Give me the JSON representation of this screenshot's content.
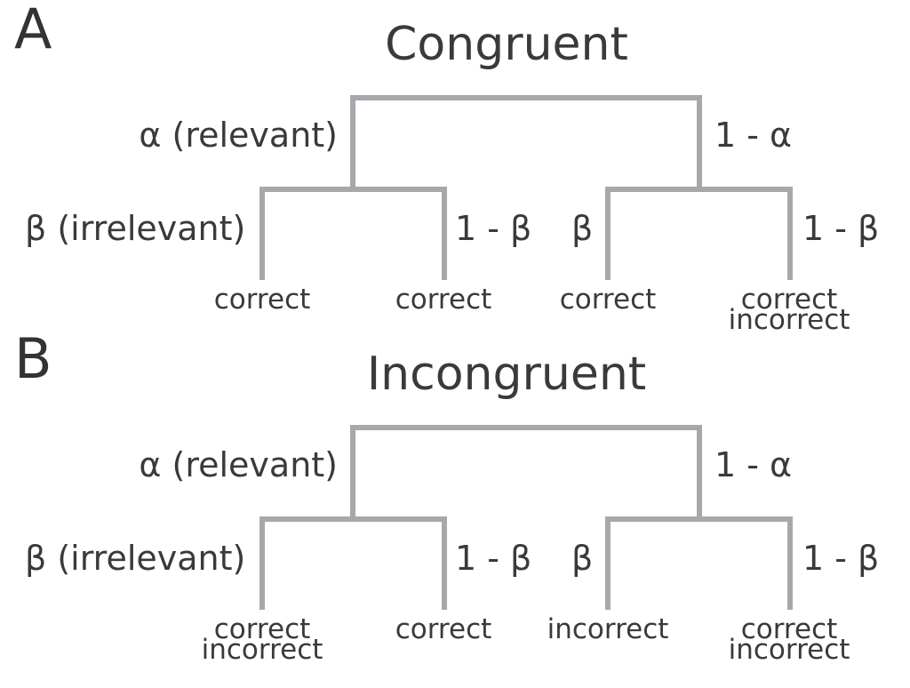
{
  "colors": {
    "line_gray": "#a6a8ab",
    "text_dark": "#3a3a3c"
  },
  "panels": [
    {
      "letter": "A",
      "title": "Congruent",
      "branch_labels": {
        "alpha_left": "α (relevant)",
        "alpha_right": "1 - α",
        "beta_left": "β (irrelevant)",
        "beta_left_right": "1 - β",
        "beta_right_left": "β",
        "beta_right_right": "1 - β"
      },
      "leaves": [
        [
          "correct"
        ],
        [
          "correct"
        ],
        [
          "correct"
        ],
        [
          "correct",
          "incorrect"
        ]
      ]
    },
    {
      "letter": "B",
      "title": "Incongruent",
      "branch_labels": {
        "alpha_left": "α (relevant)",
        "alpha_right": "1 - α",
        "beta_left": "β (irrelevant)",
        "beta_left_right": "1 - β",
        "beta_right_left": "β",
        "beta_right_right": "1 - β"
      },
      "leaves": [
        [
          "correct",
          "incorrect"
        ],
        [
          "correct"
        ],
        [
          "incorrect"
        ],
        [
          "correct",
          "incorrect"
        ]
      ]
    }
  ]
}
